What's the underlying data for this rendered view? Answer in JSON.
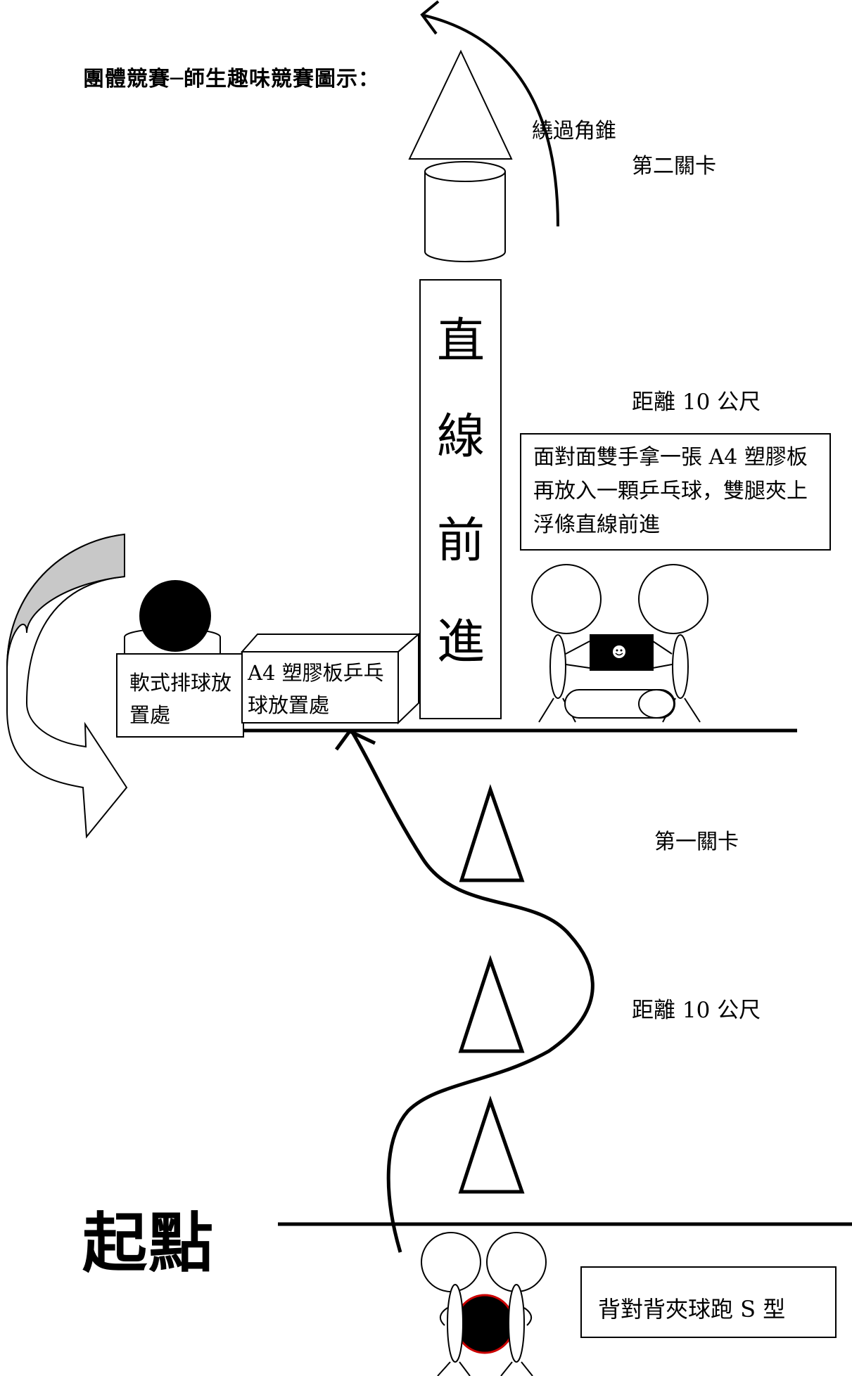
{
  "title": "團體競賽─師生趣味競賽圖示：",
  "go_around_cone": "繞過角錐",
  "stage2_label": "第二關卡",
  "straight_forward": [
    "直",
    "線",
    "前",
    "進"
  ],
  "distance_upper": "距離 10 公尺",
  "task_description": "面對面雙手拿一張 A4 塑膠板再放入一顆乒乓球，雙腿夾上浮條直線前進",
  "volleyball_station": "軟式排球放置處",
  "board_station": "A4 塑膠板乒乓球放置處",
  "stage1_label": "第一關卡",
  "distance_lower": "距離 10 公尺",
  "start_label": "起點",
  "back_to_back_task": "背對背夾球跑 S 型",
  "colors": {
    "line": "#000000",
    "ball": "#000000",
    "ball_outline": "#cc0000",
    "arrow_fill": "#c8c8c8"
  }
}
